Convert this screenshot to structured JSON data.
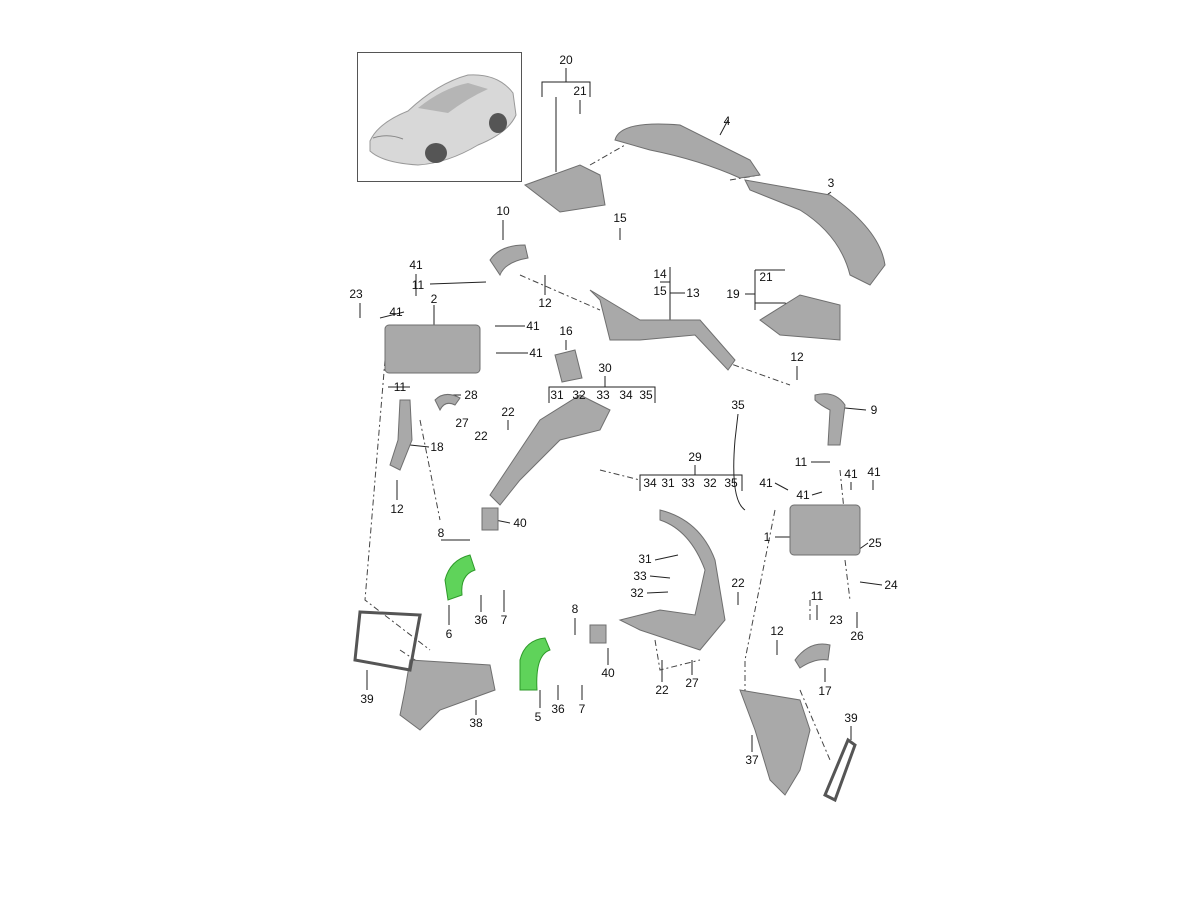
{
  "title": "Charge air cooler / intake parts diagram",
  "colors": {
    "part": "#a9a9a9",
    "part_dark": "#7d7d7d",
    "highlight": "#5fd35a",
    "line": "#222222"
  },
  "callouts": [
    "20",
    "21",
    "4",
    "3",
    "10",
    "15",
    "14",
    "15",
    "13",
    "21",
    "19",
    "41",
    "11",
    "12",
    "23",
    "41",
    "2",
    "41",
    "16",
    "41",
    "30",
    "31",
    "32",
    "33",
    "34",
    "35",
    "11",
    "28",
    "22",
    "12",
    "9",
    "35",
    "27",
    "22",
    "18",
    "29",
    "34",
    "31",
    "33",
    "32",
    "35",
    "41",
    "11",
    "41",
    "41",
    "41",
    "12",
    "8",
    "40",
    "1",
    "25",
    "31",
    "33",
    "32",
    "22",
    "24",
    "6",
    "36",
    "7",
    "8",
    "11",
    "23",
    "26",
    "12",
    "40",
    "22",
    "27",
    "39",
    "38",
    "5",
    "36",
    "7",
    "17",
    "39",
    "37"
  ]
}
